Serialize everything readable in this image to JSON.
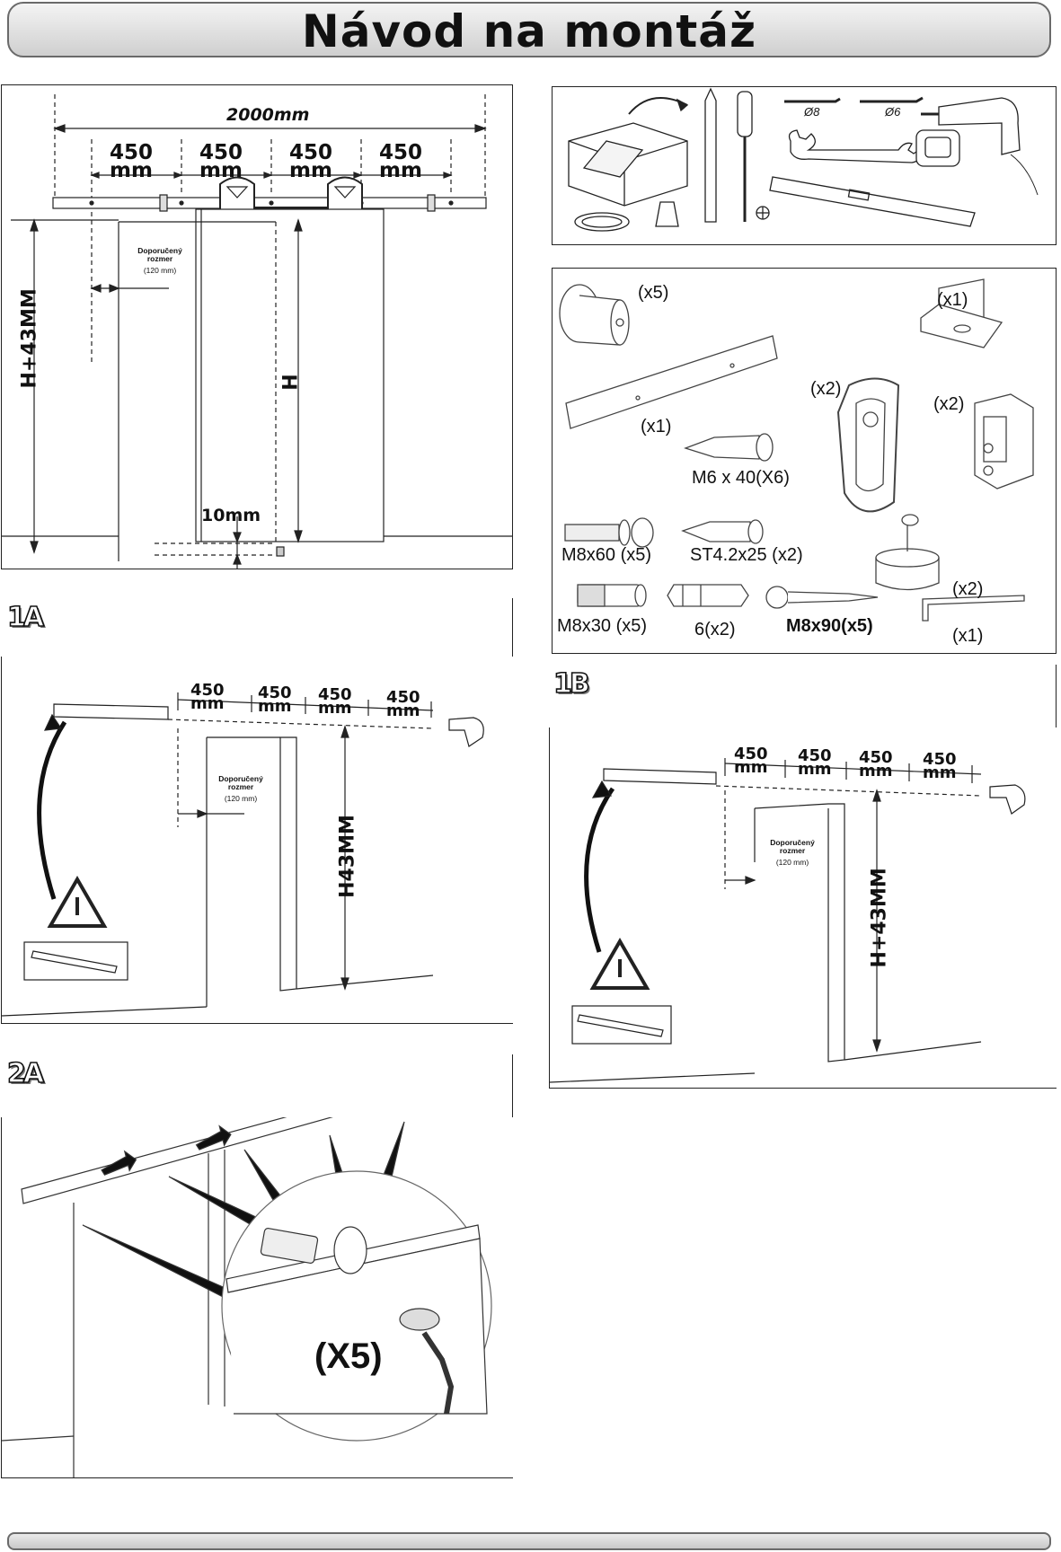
{
  "title": "Návod na montáž",
  "main_diagram": {
    "total_width": "2000mm",
    "spacing_value": "450",
    "spacing_unit": "mm",
    "recommended_label": "Doporučený rozmer",
    "recommended_value": "(120 mm)",
    "height_rail_label": "H+43MM",
    "height_door_label": "H",
    "floor_gap_label": "10mm"
  },
  "tools": {
    "drill_bit_1": "Ø8",
    "drill_bit_2": "Ø6"
  },
  "parts": {
    "spacer_qty": "(x5)",
    "stopper_qty": "(x1)",
    "rail_qty": "(x1)",
    "hanger_qty": "(x2)",
    "bracket_qty": "(x2)",
    "screw_m6_label": "M6 x 40(X6)",
    "bolt_m8x60_label": "M8x60 (x5)",
    "screw_st_label": "ST4.2x25 (x2)",
    "floor_guide_qty": "(x2)",
    "sleeve_m8x30_label": "M8x30 (x5)",
    "anchor_label": "6(x2)",
    "lag_m8x90_label": "M8x90(x5)",
    "hex_key_qty": "(x1)"
  },
  "step_1a": {
    "label": "1A",
    "spacing_value": "450",
    "spacing_unit": "mm",
    "recommended_label": "Doporučený rozmer",
    "recommended_value": "(120 mm)",
    "height_label": "H43MM"
  },
  "step_1b": {
    "label": "1B",
    "spacing_value": "450",
    "spacing_unit": "mm",
    "recommended_label": "Doporučený rozmer",
    "recommended_value": "(120 mm)",
    "height_label": "H+43MM"
  },
  "step_2a": {
    "label": "2A",
    "count_label": "(X5)"
  }
}
